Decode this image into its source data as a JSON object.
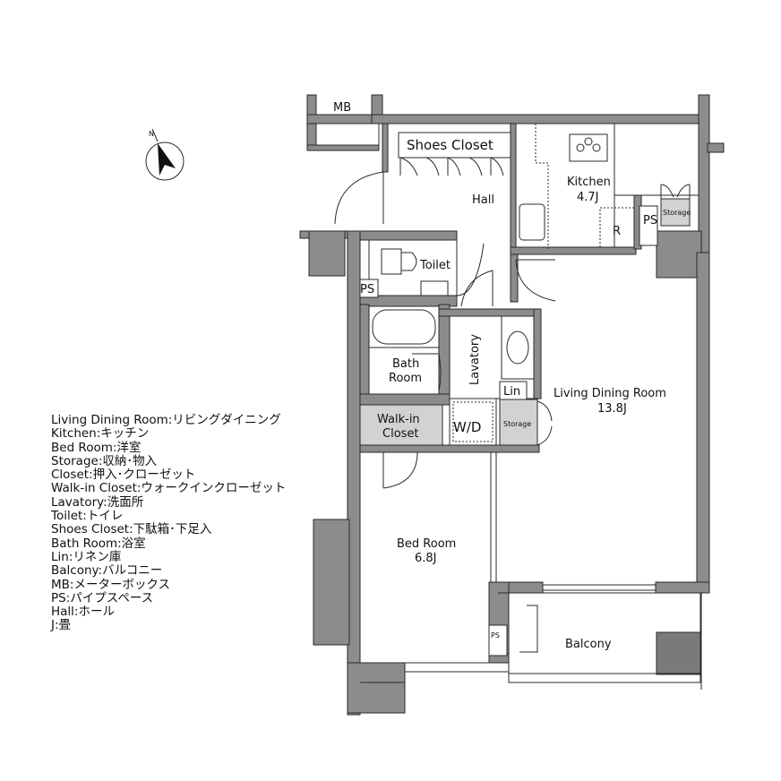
{
  "rooms": {
    "mb": "MB",
    "shoes_closet": "Shoes Closet",
    "hall": "Hall",
    "kitchen": "Kitchen",
    "kitchen_size": "4.7J",
    "storage_kitchen": "Storage",
    "fridge": "R",
    "ps_kitchen": "PS",
    "toilet": "Toilet",
    "ps_toilet": "PS",
    "bath_room_1": "Bath",
    "bath_room_2": "Room",
    "lavatory": "Lavatory",
    "lin": "Lin",
    "wd": "W/D",
    "walkin_1": "Walk-in",
    "walkin_2": "Closet",
    "storage_ldr": "Storage",
    "ldr": "Living Dining Room",
    "ldr_size": "13.8J",
    "bed_room": "Bed Room",
    "bed_size": "6.8J",
    "ps_bed": "PS",
    "balcony": "Balcony",
    "north_mark": "N"
  },
  "legend": [
    "Living Dining Room:リビングダイニング",
    "Kitchen:キッチン",
    "Bed Room:洋室",
    "Storage:収納･物入",
    "Closet:押入･クローゼット",
    "Walk-in Closet:ウォークインクローゼット",
    "Lavatory:洗面所",
    "Toilet:トイレ",
    "Shoes Closet:下駄箱･下足入",
    "Bath Room:浴室",
    "Lin:リネン庫",
    "Balcony:バルコニー",
    "MB:メーターボックス",
    "PS:パイプスペース",
    "Hall:ホール",
    "J:畳"
  ],
  "colors": {
    "wall": "#8c8c8c",
    "light_fill": "#d2d2d2",
    "line": "#2a2a2a"
  }
}
